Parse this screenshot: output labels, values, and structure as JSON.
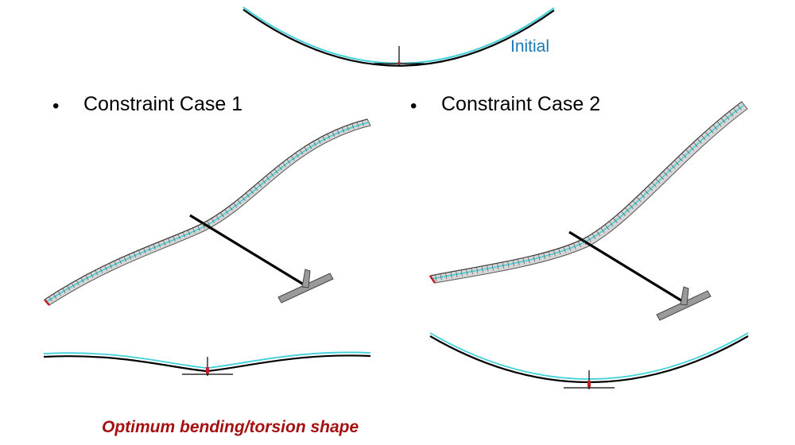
{
  "labels": {
    "initial": "Initial",
    "case1": "Constraint  Case 1",
    "case2": "Constraint Case 2",
    "bullet": "•",
    "caption": "Optimum bending/torsion shape"
  },
  "colors": {
    "initial_text": "#1a78b4",
    "caption": "#a50f0f",
    "text": "#000000",
    "beam": "#000000",
    "cyan_line": "#3fd0d8",
    "mesh_fill": "#d6d6d6",
    "mesh_line": "#555555",
    "red_marker": "#c0202a"
  }
}
